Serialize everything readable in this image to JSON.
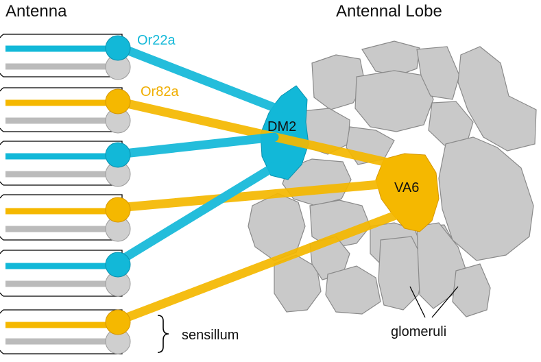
{
  "titles": {
    "antenna": "Antenna",
    "antennal_lobe": "Antennal Lobe"
  },
  "receptors": {
    "or22a": "Or22a",
    "or82a": "Or82a"
  },
  "glomeruli_named": {
    "dm2": "DM2",
    "va6": "VA6"
  },
  "annotations": {
    "sensillum": "sensillum",
    "glomeruli": "glomeruli"
  },
  "colors": {
    "or22a": "#12b8d8",
    "or82a": "#f5b800",
    "gray_neuron": "#bbbbbb",
    "glomerulus_fill": "#c9c9c9",
    "glomerulus_stroke": "#8a8a8a"
  },
  "sensilla": [
    {
      "receptor": "Or22a",
      "color_key": "or22a"
    },
    {
      "receptor": "Or82a",
      "color_key": "or82a"
    },
    {
      "receptor": "Or22a",
      "color_key": "or22a"
    },
    {
      "receptor": "Or82a",
      "color_key": "or82a"
    },
    {
      "receptor": "Or22a",
      "color_key": "or22a"
    },
    {
      "receptor": "Or82a",
      "color_key": "or82a"
    }
  ]
}
